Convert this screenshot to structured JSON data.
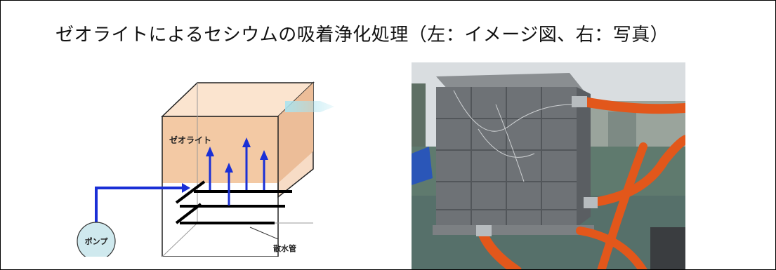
{
  "title": "ゼオライトによるセシウムの吸着浄化処理（左：イメージ図、右：写真）",
  "diagram": {
    "zeolite_label": "ゼオライト",
    "pump_label": "ポンプ",
    "pipe_label": "散水管",
    "colors": {
      "zeolite_fill": "#f3c9a4",
      "flow_arrow": "#1a2fd6",
      "pump_fill": "#cfe9ee",
      "outflow": "#a9e3ef"
    }
  },
  "photo": {
    "subject": "zeolite-adsorption-tank-photo",
    "colors": {
      "tank": "#6e7276",
      "hose": "#e2571b",
      "ground": "#5f7a6e",
      "sky": "#d9dde0"
    }
  }
}
